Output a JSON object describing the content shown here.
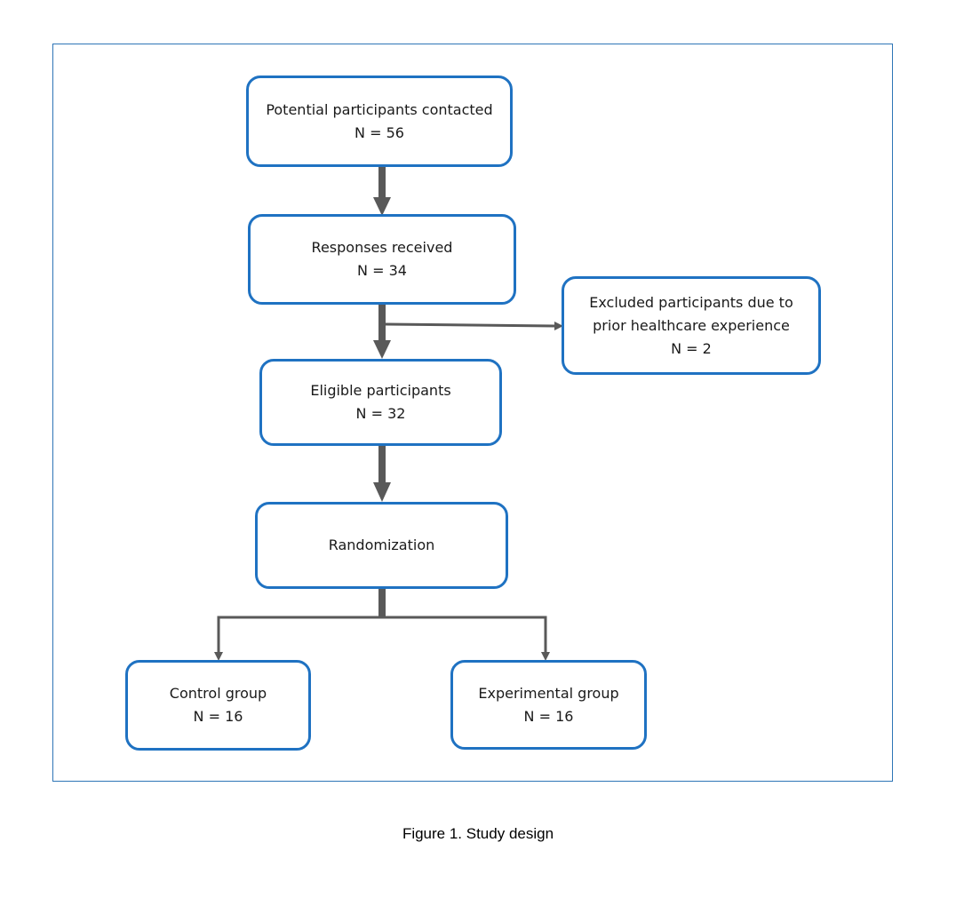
{
  "nodes": {
    "contacted": {
      "label": "Potential participants contacted",
      "count": "N = 56"
    },
    "responses": {
      "label": "Responses received",
      "count": "N = 34"
    },
    "excluded": {
      "label_line1": "Excluded participants due to",
      "label_line2": "prior healthcare experience",
      "count": "N = 2"
    },
    "eligible": {
      "label": "Eligible participants",
      "count": "N = 32"
    },
    "randomization": {
      "label": "Randomization"
    },
    "control": {
      "label": "Control group",
      "count": "N = 16"
    },
    "experimental": {
      "label": "Experimental group",
      "count": "N = 16"
    }
  },
  "caption": "Figure 1. Study design",
  "colors": {
    "box_border": "#1f72c2",
    "frame_border": "#2e75b6",
    "arrow": "#595959"
  }
}
